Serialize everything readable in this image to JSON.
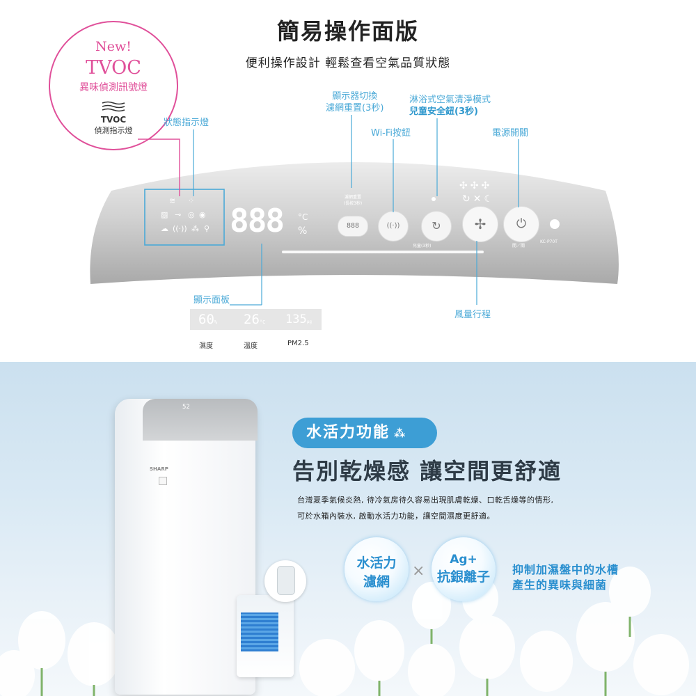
{
  "header": {
    "title": "簡易操作面版",
    "subtitle": "便利操作設計 輕鬆查看空氣品質狀態"
  },
  "tvoc_badge": {
    "new": "New!",
    "title": "TVOC",
    "desc": "異味偵測訊號燈",
    "icon_text": "TVOC",
    "icon_caption": "偵測指示燈"
  },
  "callouts": {
    "status_light": "狀態指示燈",
    "display_switch_line1": "顯示器切換",
    "display_switch_line2": "濾網重置(3秒)",
    "wifi_button": "Wi-Fi按鈕",
    "shower_mode_line1": "淋浴式空氣清淨模式",
    "shower_mode_line2": "兒童安全鈕(3秒)",
    "power_switch": "電源開關",
    "display_panel": "顯示面板",
    "fan_speed": "風量行程"
  },
  "panel": {
    "digits": "888",
    "celsius": "°C",
    "percent": "%",
    "filter_reset_small": "濾網重置",
    "filter_reset_sub": "(長按3秒)",
    "filter_btn_digits": "888",
    "child_lock_small": "兒童(3秒)",
    "power_small": "開／關",
    "model": "KC-P70T",
    "pm_label": "PM2.5"
  },
  "display_samples": [
    {
      "value": "60",
      "unit": "%",
      "caption": "濕度"
    },
    {
      "value": "26",
      "unit": "°C",
      "caption": "溫度"
    },
    {
      "value": "135",
      "unit": "μg",
      "caption": "PM2.5"
    }
  ],
  "feature": {
    "pill": "水活力功能",
    "headline": "告別乾燥感 讓空間更舒適",
    "body_line1": "台灣夏季氣候炎熱, 待冷氣房待久容易出現肌膚乾燥、口乾舌燥等的情形,",
    "body_line2": "可於水箱內裝水, 啟動水活力功能，讓空間濕度更舒適。",
    "bubble1_line1": "水活力",
    "bubble1_line2": "濾網",
    "times": "×",
    "bubble2_line1": "Ag+",
    "bubble2_line2": "抗銀離子",
    "side_line1": "抑制加濕盤中的水槽",
    "side_line2": "產生的異味與細菌"
  },
  "device": {
    "brand": "SHARP",
    "top_digits": "52"
  },
  "colors": {
    "callout_blue": "#4aa9d7",
    "tvoc_pink": "#e0509a",
    "feature_blue": "#3d9ed5"
  }
}
